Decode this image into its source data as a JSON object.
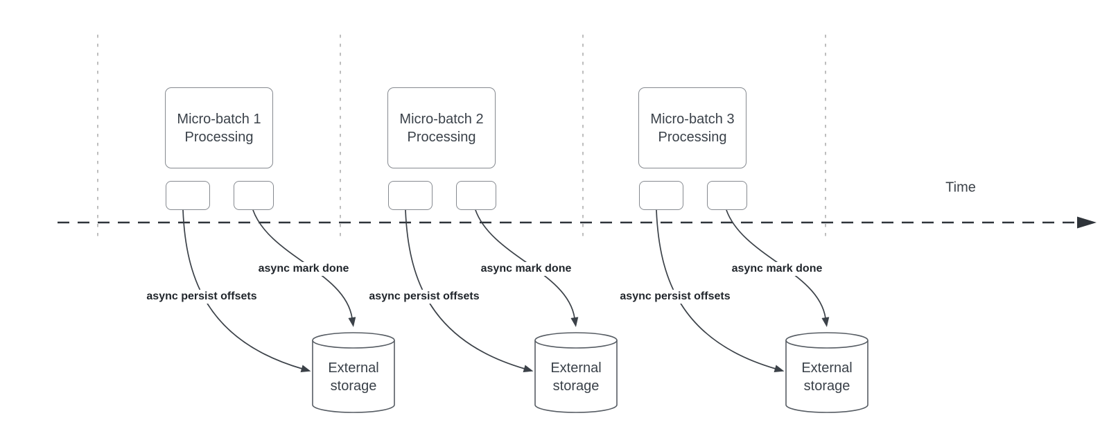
{
  "timeline": {
    "label": "Time"
  },
  "groups": [
    {
      "box_title_line1": "Micro-batch 1",
      "box_title_line2": "Processing",
      "persist_label": "async persist offsets",
      "mark_label": "async mark done",
      "storage_line1": "External",
      "storage_line2": "storage"
    },
    {
      "box_title_line1": "Micro-batch 2",
      "box_title_line2": "Processing",
      "persist_label": "async persist offsets",
      "mark_label": "async mark done",
      "storage_line1": "External",
      "storage_line2": "storage"
    },
    {
      "box_title_line1": "Micro-batch 3",
      "box_title_line2": "Processing",
      "persist_label": "async persist offsets",
      "mark_label": "async mark done",
      "storage_line1": "External",
      "storage_line2": "storage"
    }
  ],
  "colors": {
    "guide_line": "#b3b3b3",
    "timeline": "#2f343a",
    "shape_stroke": "#85898f",
    "cylinder_stroke": "#565c63",
    "arrow": "#3b4148",
    "shape_text": "#3a4149",
    "annotation_text": "#21262c"
  }
}
